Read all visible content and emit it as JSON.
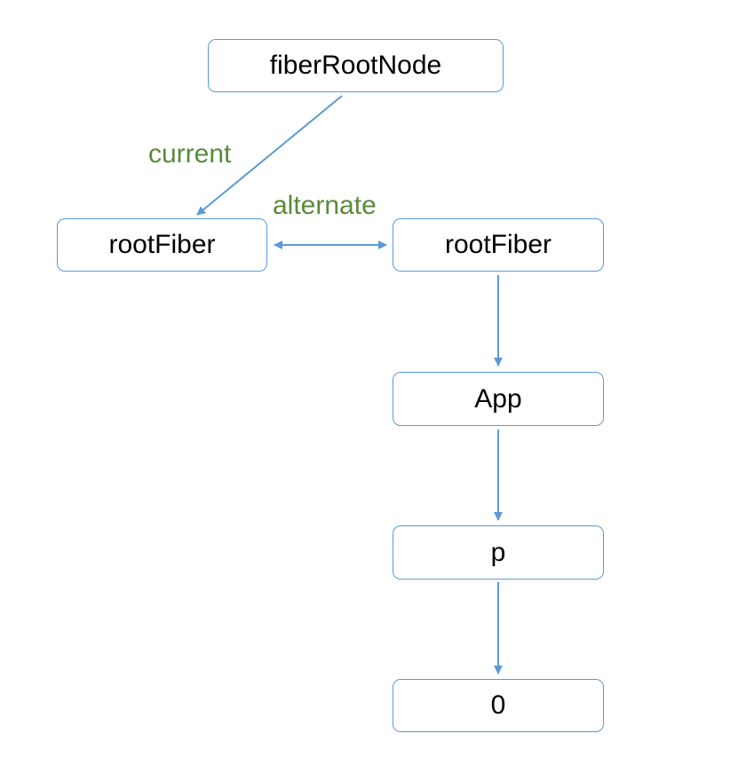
{
  "colors": {
    "node_border": "#5b9bd5",
    "edge": "#5b9bd5",
    "edge_label": "#5a8a3a",
    "text": "#000000"
  },
  "nodes": {
    "fiber_root_node": "fiberRootNode",
    "current_root_fiber": "rootFiber",
    "wip_root_fiber": "rootFiber",
    "app": "App",
    "p": "p",
    "text_zero": "0"
  },
  "edges": {
    "current_label": "current",
    "alternate_label": "alternate"
  }
}
